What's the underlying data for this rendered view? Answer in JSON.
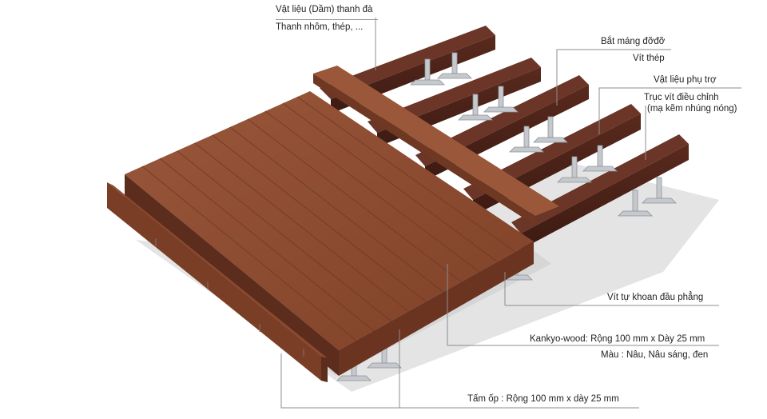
{
  "labels": {
    "beam_title": "Vật liệu (Dầm) thanh đà",
    "beam_desc": "Thanh nhôm, thép, ...",
    "bracket_title": "Bắt máng đỡđỡ",
    "bracket_desc": "Vít thép",
    "support_title": "Vật liệu phụ trợ",
    "jack_title": "Trục vít điều chỉnh",
    "jack_desc": "(mạ kẽm nhúng nóng)",
    "screw_title": "Vít tự khoan đầu phẳng",
    "board_title": "Kankyo-wood: Rộng 100 mm x Dày 25 mm",
    "board_desc": "Màu : Nâu, Nâu sáng, đen",
    "fascia_title": "Tấm ốp : Rộng 100 mm x dày 25 mm"
  },
  "colors": {
    "deck_board": "#8a4a30",
    "deck_groove": "#6e3822",
    "beam": "#4e241a",
    "beam_top": "#6b3527",
    "pedestal": "#c9ccd0",
    "shadow": "#cfcfcf",
    "leader_line": "#8c8c8c"
  }
}
